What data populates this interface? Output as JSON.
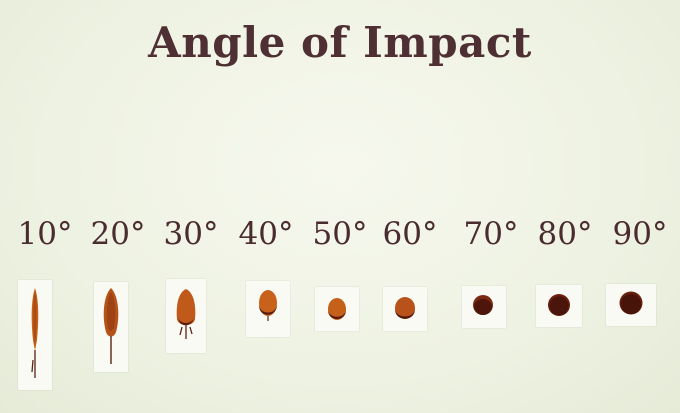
{
  "title": "Angle of Impact",
  "angles": [
    {
      "label": "10°",
      "degrees": 10
    },
    {
      "label": "20°",
      "degrees": 20
    },
    {
      "label": "30°",
      "degrees": 30
    },
    {
      "label": "40°",
      "degrees": 40
    },
    {
      "label": "50°",
      "degrees": 50
    },
    {
      "label": "60°",
      "degrees": 60
    },
    {
      "label": "70°",
      "degrees": 70
    },
    {
      "label": "80°",
      "degrees": 80
    },
    {
      "label": "90°",
      "degrees": 90
    }
  ],
  "colors": {
    "background": "#f1f4e6",
    "text": "#4a2c30",
    "stain_dark": "#5a1a0c",
    "stain_light": "#c8621a"
  }
}
